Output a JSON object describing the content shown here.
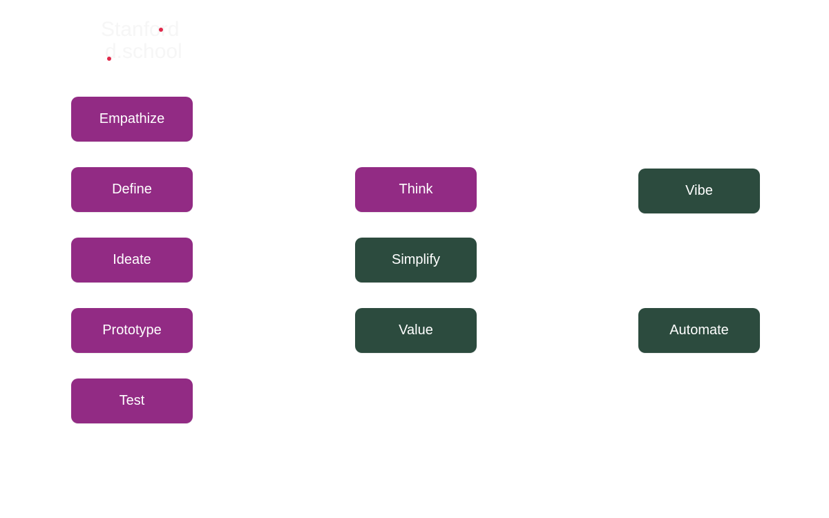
{
  "logo": {
    "line1": "Stanford",
    "line2": "d.school",
    "text_color": "#f6f6f6",
    "dot_color": "#e0284a"
  },
  "colors": {
    "purple": "#922b84",
    "green": "#2c4b3e",
    "label": "#ffffff"
  },
  "columns": [
    {
      "name": "design-thinking",
      "nodes": [
        {
          "label": "Empathize",
          "color": "purple"
        },
        {
          "label": "Define",
          "color": "purple"
        },
        {
          "label": "Ideate",
          "color": "purple"
        },
        {
          "label": "Prototype",
          "color": "purple"
        },
        {
          "label": "Test",
          "color": "purple"
        }
      ]
    },
    {
      "name": "middle",
      "nodes": [
        {
          "label": "Think",
          "color": "purple"
        },
        {
          "label": "Simplify",
          "color": "green"
        },
        {
          "label": "Value",
          "color": "green"
        }
      ]
    },
    {
      "name": "right",
      "nodes": [
        {
          "label": "Vibe",
          "color": "green"
        },
        {
          "label": "Automate",
          "color": "green"
        }
      ]
    }
  ]
}
